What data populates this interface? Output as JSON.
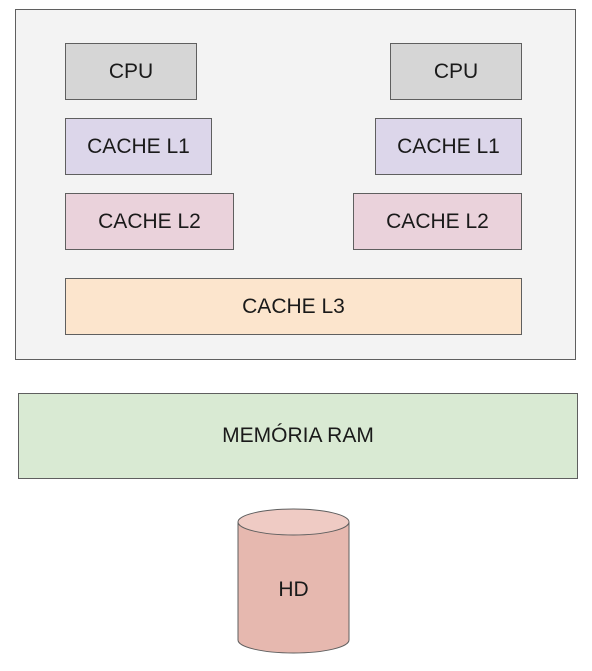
{
  "processor": {
    "cpu_left": "CPU",
    "cpu_right": "CPU",
    "l1_left": "CACHE L1",
    "l1_right": "CACHE L1",
    "l2_left": "CACHE L2",
    "l2_right": "CACHE L2",
    "l3": "CACHE L3"
  },
  "memory": {
    "ram": "MEMÓRIA RAM"
  },
  "storage": {
    "hd": "HD"
  },
  "colors": {
    "processor_bg": "#f3f3f3",
    "cpu": "#d6d6d6",
    "cache_l1": "#dcd6ea",
    "cache_l2": "#ead2db",
    "cache_l3": "#fce5cd",
    "ram": "#d9ead3",
    "hd": "#e6b8af",
    "border": "#5f5f5f"
  }
}
